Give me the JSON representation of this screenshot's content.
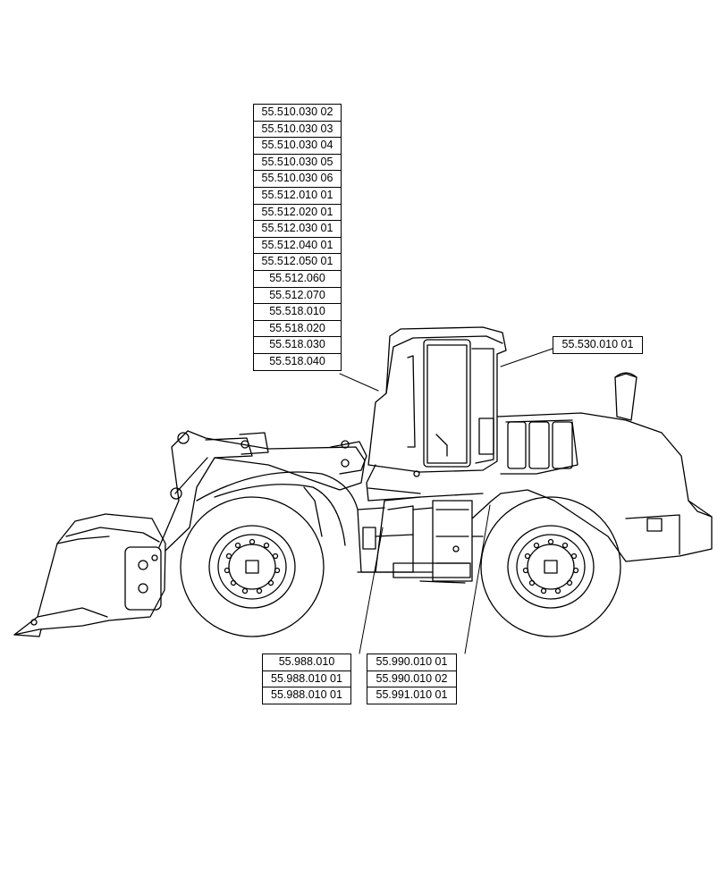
{
  "callouts": {
    "cab": [
      "55.510.030 02",
      "55.510.030 03",
      "55.510.030 04",
      "55.510.030 05",
      "55.510.030 06",
      "55.512.010 01",
      "55.512.020 01",
      "55.512.030 01",
      "55.512.040 01",
      "55.512.050 01",
      "55.512.060",
      "55.512.070",
      "55.518.010",
      "55.518.020",
      "55.518.030",
      "55.518.040"
    ],
    "top_right": [
      "55.530.010 01"
    ],
    "bottom_left": [
      "55.988.010",
      "55.988.010 01",
      "55.988.010 01"
    ],
    "bottom_right": [
      "55.990.010 01",
      "55.990.010 02",
      "55.991.010 01"
    ]
  }
}
